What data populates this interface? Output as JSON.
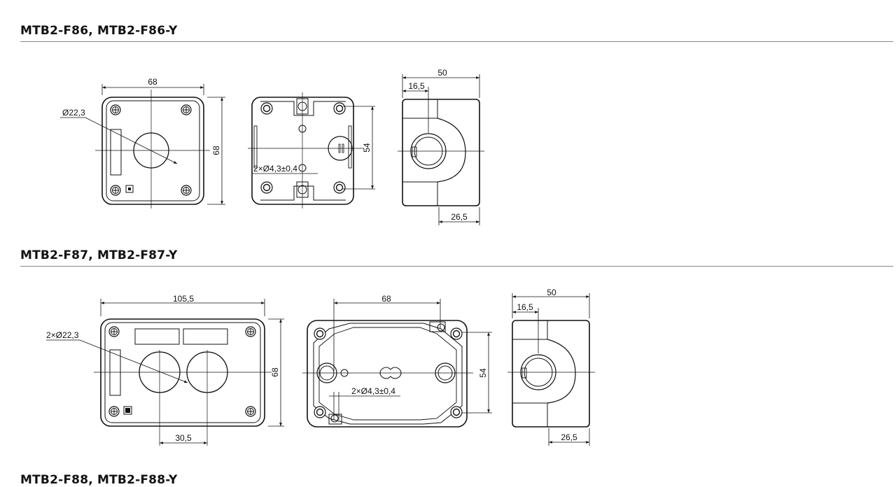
{
  "sections": [
    {
      "title": "MTB2-F86, MTB2-F86-Y",
      "dims": {
        "front_width": "68",
        "hole_dia": "Ø22,3",
        "front_height": "68",
        "back_height": "54",
        "mount_holes": "2×Ø4,3±0,4",
        "side_depth": "50",
        "side_offset": "16,5",
        "side_bottom": "26,5"
      }
    },
    {
      "title": "MTB2-F87, MTB2-F87-Y",
      "dims": {
        "front_width": "105,5",
        "hole_dia": "2×Ø22,3",
        "front_height": "68",
        "hole_pitch": "30,5",
        "back_width": "68",
        "back_height": "54",
        "mount_holes": "2×Ø4,3±0,4",
        "side_depth": "50",
        "side_offset": "16,5",
        "side_bottom": "26,5"
      }
    },
    {
      "title": "MTB2-F88, MTB2-F88-Y"
    }
  ]
}
